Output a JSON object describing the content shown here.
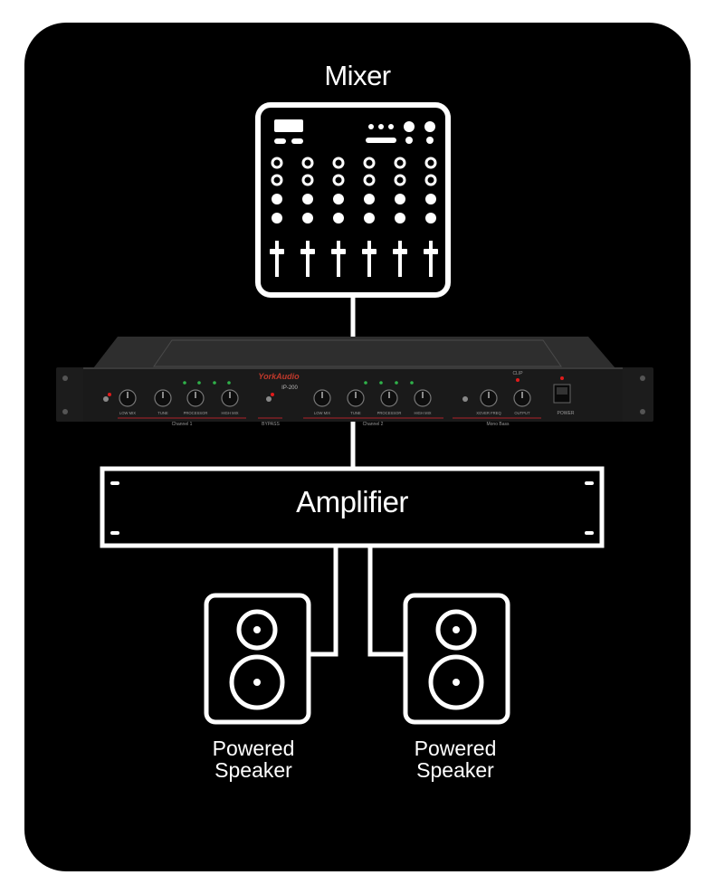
{
  "colors": {
    "background": "#000000",
    "foreground": "#ffffff",
    "led": "#2fb34a",
    "led_red": "#e11b1b"
  },
  "mixer": {
    "title": "Mixer",
    "icon": "mixer-icon"
  },
  "processor": {
    "brand": "YorkAudio",
    "model": "IP-200",
    "sections": [
      "Channel 1",
      "BYPASS",
      "Channel 2",
      "Mono Bass"
    ],
    "knob_labels": [
      "LOW MIX",
      "TUNE",
      "PROCESSOR",
      "HIGH MIX",
      "LOW MIX",
      "TUNE",
      "PROCESSOR",
      "HIGH MIX",
      "XOVER FREQ",
      "OUTPUT"
    ],
    "power_label": "POWER",
    "clip_label": "CLIP"
  },
  "amplifier": {
    "label": "Amplifier"
  },
  "speakers": [
    {
      "label_line1": "Powered",
      "label_line2": "Speaker",
      "icon": "speaker-icon"
    },
    {
      "label_line1": "Powered",
      "label_line2": "Speaker",
      "icon": "speaker-icon"
    }
  ]
}
